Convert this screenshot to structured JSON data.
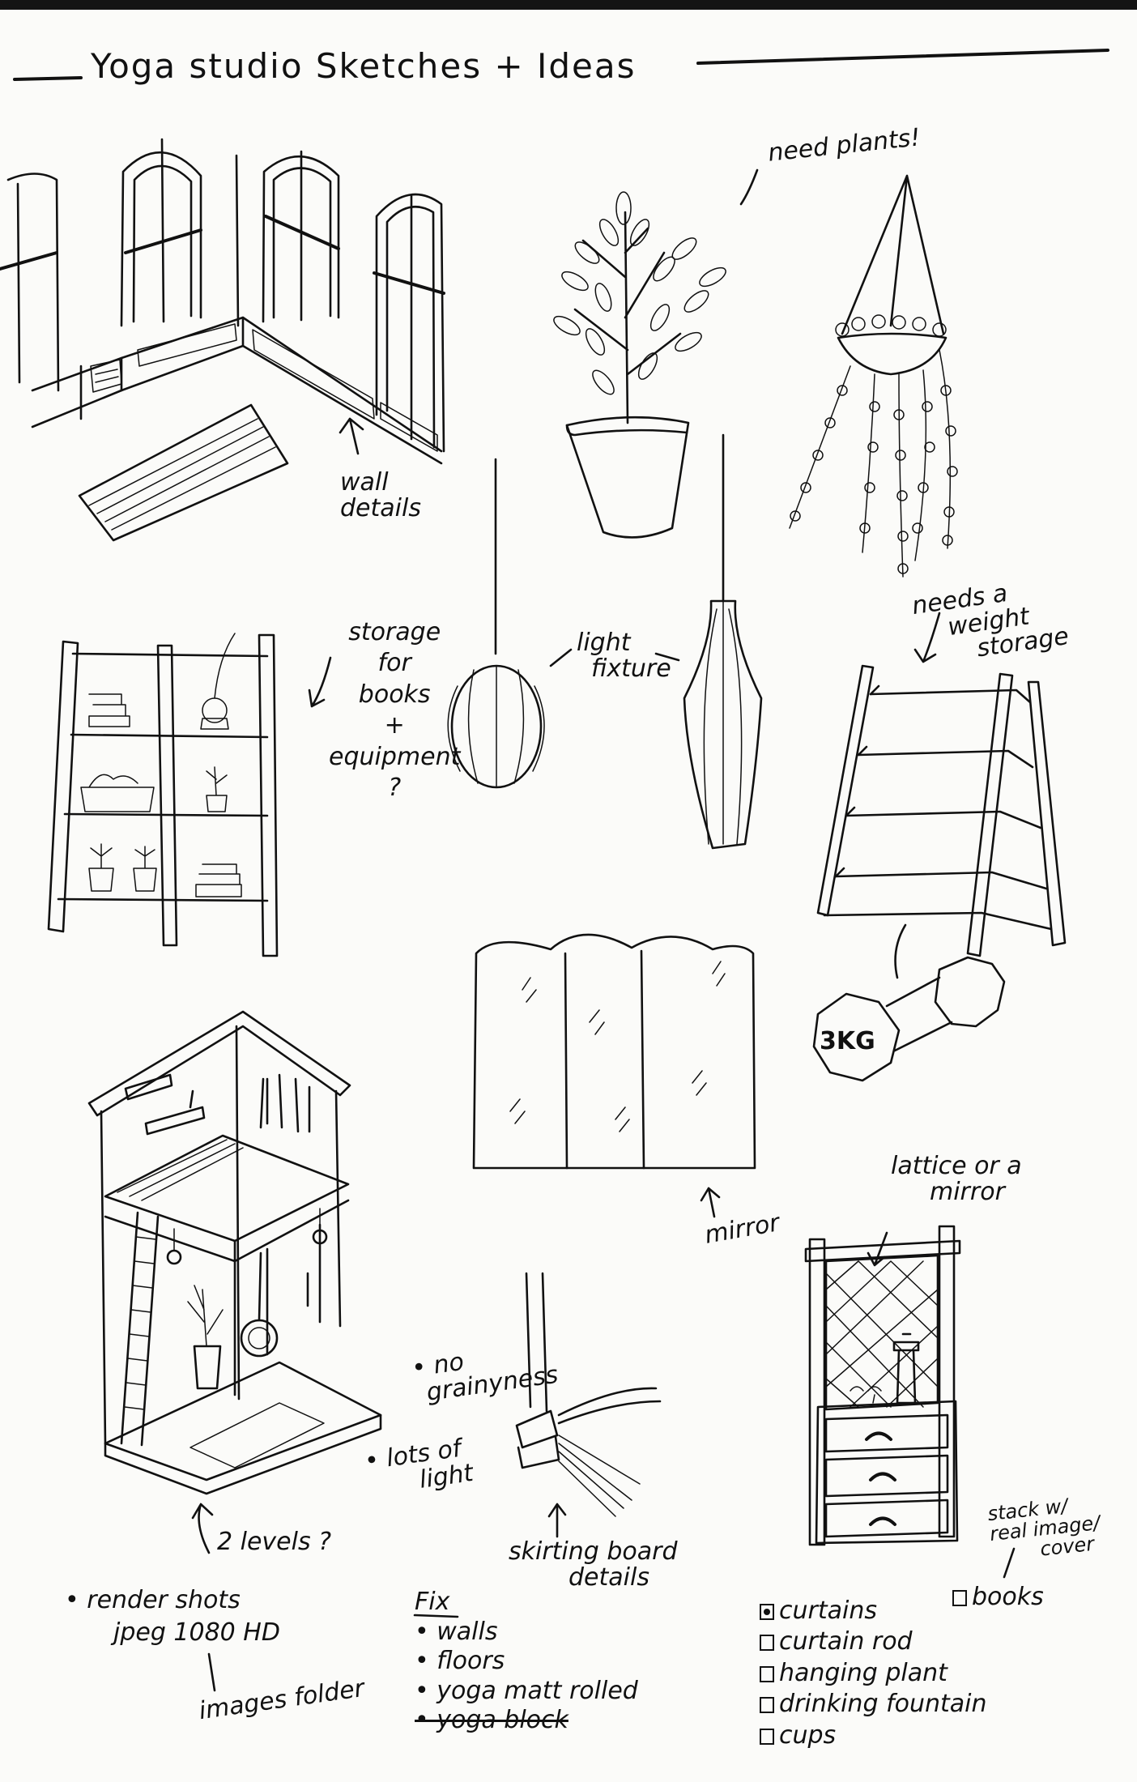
{
  "title": "Yoga studio Sketches + Ideas",
  "notes": {
    "need_plants": "need plants!",
    "wall_details": [
      "wall",
      "details"
    ],
    "storage": [
      "storage",
      "for",
      "books",
      "+",
      "equipment",
      "?"
    ],
    "light_fixture": [
      "light",
      "fixture"
    ],
    "weight_storage": [
      "needs a",
      "weight",
      "storage"
    ],
    "weight_label": "3KG",
    "mirror": "mirror",
    "lattice": [
      "lattice or a",
      "mirror"
    ],
    "no_grainyness": [
      "• no",
      "grainyness"
    ],
    "lots_of_light": [
      "• lots of",
      "light"
    ],
    "two_levels": "2 levels ?",
    "skirting": [
      "skirting board",
      "details"
    ],
    "stack": [
      "stack w/",
      "real image/",
      "cover"
    ]
  },
  "render_notes": {
    "line1": "• render shots",
    "line2": "jpeg   1080 HD",
    "line3": "images folder"
  },
  "fix": {
    "heading": "Fix",
    "items": [
      {
        "text": "• walls",
        "struck": false
      },
      {
        "text": "• floors",
        "struck": false
      },
      {
        "text": "• yoga matt rolled",
        "struck": false
      },
      {
        "text": "• yoga block",
        "struck": true
      }
    ]
  },
  "checklist": {
    "items": [
      {
        "text": "curtains",
        "checked": true
      },
      {
        "text": "curtain rod",
        "checked": false
      },
      {
        "text": "hanging plant",
        "checked": false
      },
      {
        "text": "drinking fountain",
        "checked": false
      },
      {
        "text": "cups",
        "checked": false
      }
    ],
    "books": {
      "text": "books",
      "checked": false
    }
  }
}
